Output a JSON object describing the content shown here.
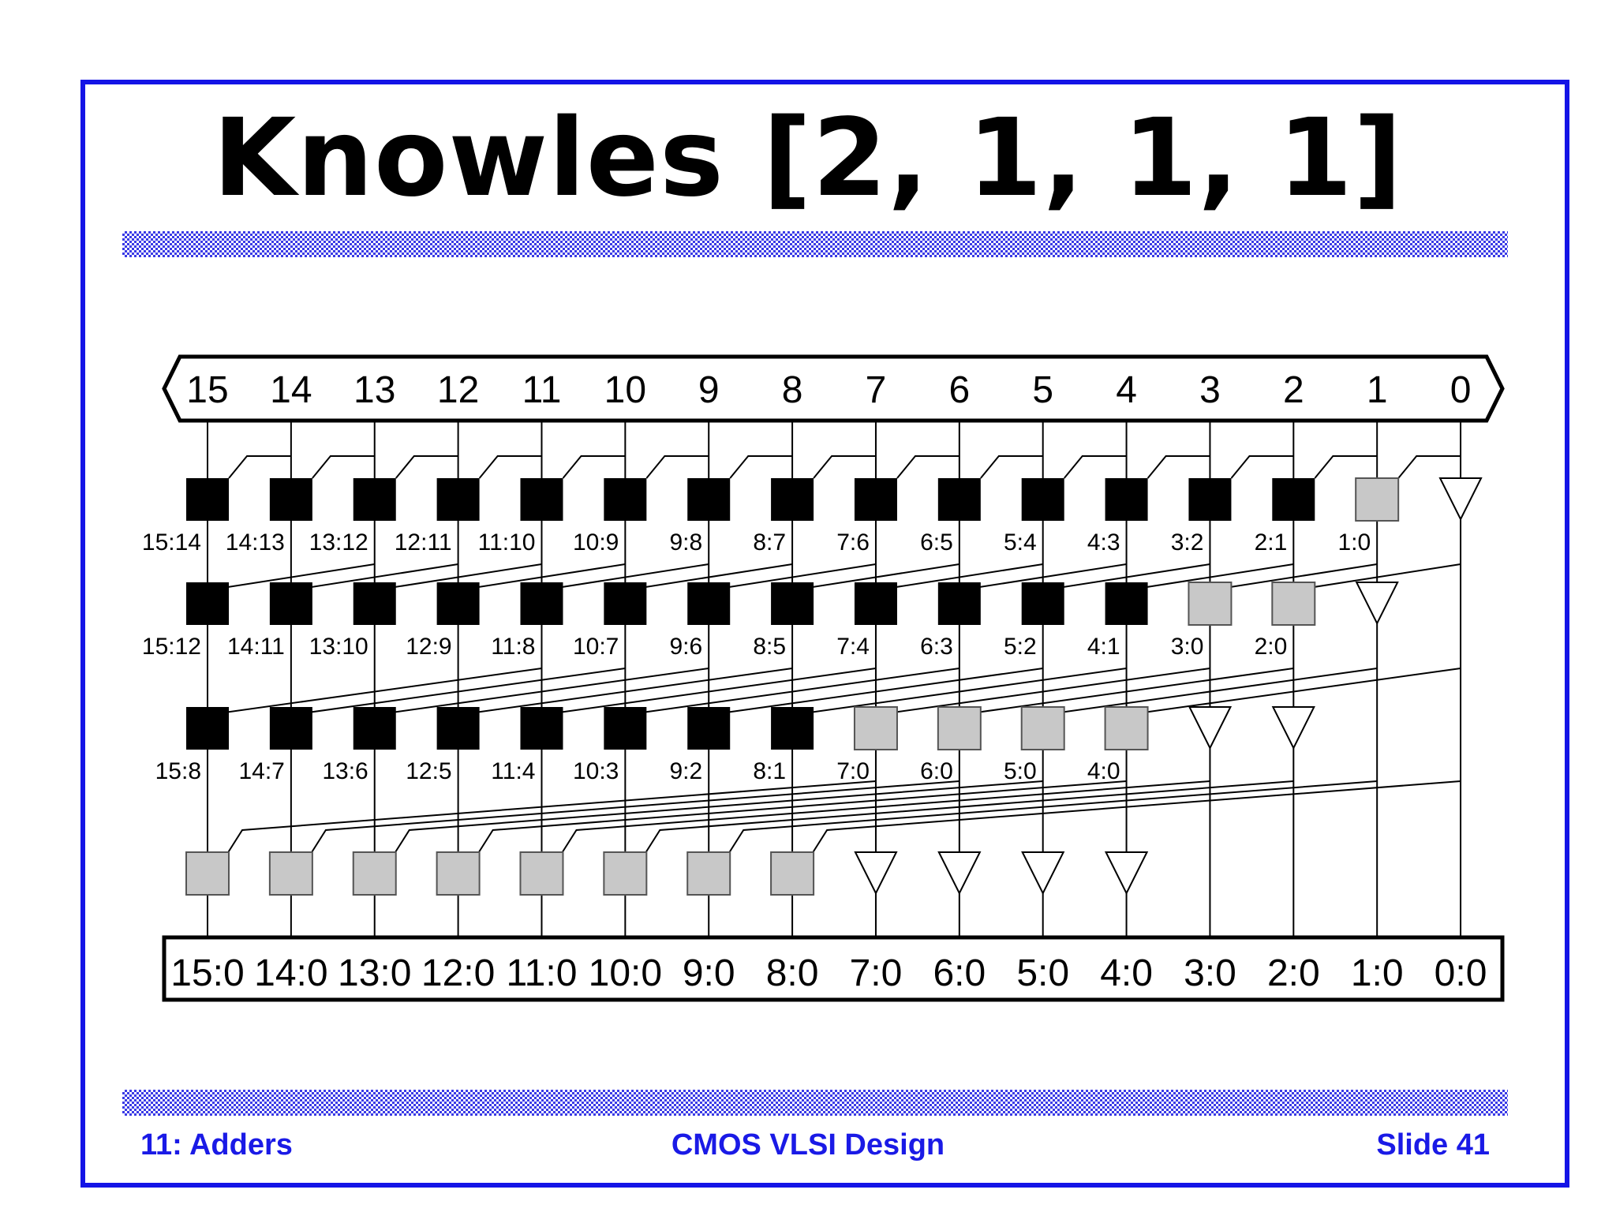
{
  "slide": {
    "title": "Knowles [2, 1, 1, 1]",
    "footer_left": "11: Adders",
    "footer_center": "CMOS VLSI Design",
    "footer_right": "Slide 41",
    "frame_color": "#1414e6",
    "footer_color": "#1a1ae6"
  },
  "diagram": {
    "inputs": [
      "15",
      "14",
      "13",
      "12",
      "11",
      "10",
      "9",
      "8",
      "7",
      "6",
      "5",
      "4",
      "3",
      "2",
      "1",
      "0"
    ],
    "outputs": [
      "15:0",
      "14:0",
      "13:0",
      "12:0",
      "11:0",
      "10:0",
      "9:0",
      "8:0",
      "7:0",
      "6:0",
      "5:0",
      "4:0",
      "3:0",
      "2:0",
      "1:0",
      "0:0"
    ],
    "levels": [
      {
        "cells": [
          "black",
          "black",
          "black",
          "black",
          "black",
          "black",
          "black",
          "black",
          "black",
          "black",
          "black",
          "black",
          "black",
          "black",
          "gray",
          "buffer"
        ],
        "labels": [
          "15:14",
          "14:13",
          "13:12",
          "12:11",
          "11:10",
          "10:9",
          "9:8",
          "8:7",
          "7:6",
          "6:5",
          "5:4",
          "4:3",
          "3:2",
          "2:1",
          "1:0",
          ""
        ],
        "span": 1,
        "pairing": "neighbor"
      },
      {
        "cells": [
          "black",
          "black",
          "black",
          "black",
          "black",
          "black",
          "black",
          "black",
          "black",
          "black",
          "black",
          "black",
          "gray",
          "gray",
          "buffer",
          "none"
        ],
        "labels": [
          "15:12",
          "14:11",
          "13:10",
          "12:9",
          "11:8",
          "10:7",
          "9:6",
          "8:5",
          "7:4",
          "6:3",
          "5:2",
          "4:1",
          "3:0",
          "2:0",
          "",
          ""
        ],
        "span": 2,
        "pairing": "neighbor"
      },
      {
        "cells": [
          "black",
          "black",
          "black",
          "black",
          "black",
          "black",
          "black",
          "black",
          "gray",
          "gray",
          "gray",
          "gray",
          "buffer",
          "buffer",
          "none",
          "none"
        ],
        "labels": [
          "15:8",
          "14:7",
          "13:6",
          "12:5",
          "11:4",
          "10:3",
          "9:2",
          "8:1",
          "7:0",
          "6:0",
          "5:0",
          "4:0",
          "",
          "",
          "",
          ""
        ],
        "span": 4,
        "pairing": "neighbor"
      },
      {
        "cells": [
          "gray",
          "gray",
          "gray",
          "gray",
          "gray",
          "gray",
          "gray",
          "gray",
          "buffer",
          "buffer",
          "buffer",
          "buffer",
          "none",
          "none",
          "none",
          "none"
        ],
        "labels": [
          "",
          "",
          "",
          "",
          "",
          "",
          "",
          "",
          "",
          "",
          "",
          "",
          "",
          "",
          "",
          ""
        ],
        "span": 8,
        "pairing": "knowles-2"
      }
    ],
    "colors": {
      "black_cell": "#000000",
      "gray_cell": "#c8c8c8",
      "wire": "#000000"
    }
  }
}
